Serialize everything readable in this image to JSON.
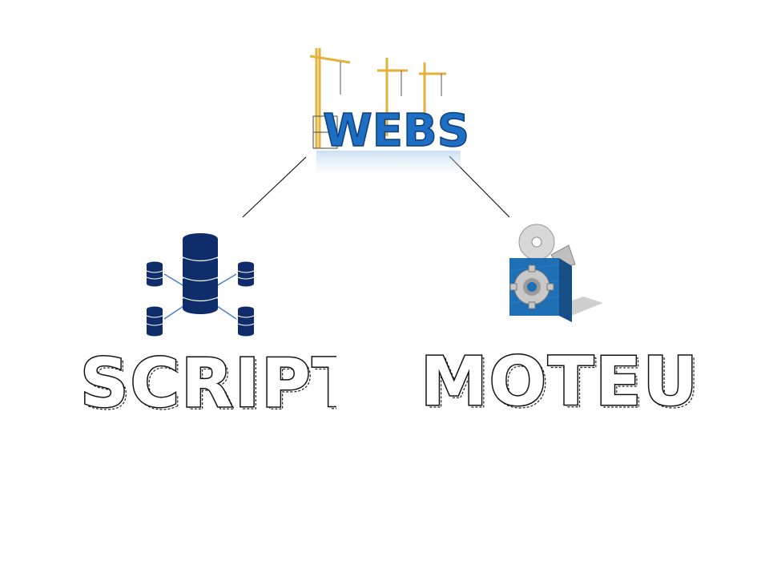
{
  "diagram": {
    "root": {
      "text": "WEBSITE"
    },
    "children": [
      {
        "label": "SCRIPT"
      },
      {
        "label": "MOTEUR"
      }
    ]
  },
  "colors": {
    "database_navy": "#0f2d6b",
    "website_blue": "#1e6fc4",
    "crane_yellow": "#e2b23a",
    "box_blue": "#1f6fb5",
    "connector": "#000000"
  },
  "icons": [
    "website-construction-icon",
    "database-network-icon",
    "software-box-icon"
  ]
}
